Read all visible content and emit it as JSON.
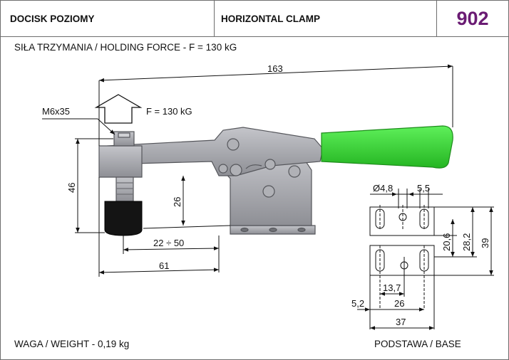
{
  "header": {
    "title_pl": "DOCISK POZIOMY",
    "title_en": "HORIZONTAL CLAMP",
    "model": "902"
  },
  "holding_force": "SIŁA TRZYMANIA / HOLDING FORCE - F = 130 kG",
  "weight": "WAGA / WEIGHT - 0,19 kg",
  "base_label": "PODSTAWA / BASE",
  "drawing": {
    "force_label": "F = 130 kG",
    "thread": "M6x35",
    "dim_overall_length": "163",
    "dim_height": "46",
    "dim_spindle_height": "26",
    "dim_range": "22 ÷ 50",
    "dim_reach": "61"
  },
  "base_drawing": {
    "dim_hole_diameter": "Ø4,8",
    "dim_slot_width": "5,5",
    "dim_20_6": "20,6",
    "dim_28_2": "28,2",
    "dim_39": "39",
    "dim_13_7": "13,7",
    "dim_5_2": "5,2",
    "dim_26": "26",
    "dim_37": "37"
  },
  "colors": {
    "handle": "#3ddc3a",
    "metal": "#a9aab0",
    "model_number": "#6a1b73",
    "rubber_tip": "#141414"
  }
}
